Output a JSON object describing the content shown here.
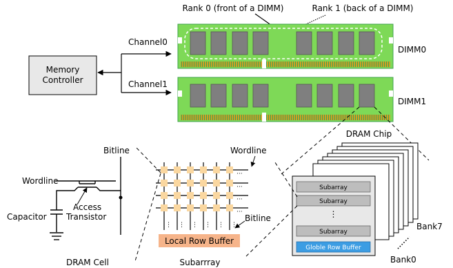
{
  "memory_controller": {
    "line1": "Memory",
    "line2": "Controller"
  },
  "channels": [
    {
      "label": "Channel0"
    },
    {
      "label": "Channel1"
    }
  ],
  "dimms": [
    {
      "label": "DIMM0"
    },
    {
      "label": "DIMM1"
    }
  ],
  "rank_labels": {
    "rank0": "Rank 0 (front of a DIMM)",
    "rank1": "Rank 1 (back of a DIMM)"
  },
  "dram_chip_label": "DRAM Chip",
  "dram_cell": {
    "caption": "DRAM Cell",
    "bitline": "Bitline",
    "wordline": "Wordline",
    "access": "Access",
    "transistor": "Transistor",
    "capacitor": "Capacitor"
  },
  "subarray_view": {
    "caption": "Subarrray",
    "wordline": "Wordline",
    "bitline": "Bitline",
    "local_row_buffer": "Local Row Buffer"
  },
  "bank_view": {
    "subarray_labels": [
      "Subarray",
      "Subarray",
      "Subarray"
    ],
    "global_row_buffer": "Globle Row Buffer",
    "bank_top": "Bank7",
    "bank_bottom": "Bank0"
  },
  "colors": {
    "pcb_green": "#7ED957",
    "pcb_dark": "#3FA34D",
    "chip_gray": "#7f7f7f",
    "pin_gold": "#C9A227",
    "cell_node": "#FAD7A0",
    "row_buffer_orange": "#F6B48A",
    "global_buffer_blue": "#3C9DE3",
    "controller_fill": "#E8E8E8"
  }
}
